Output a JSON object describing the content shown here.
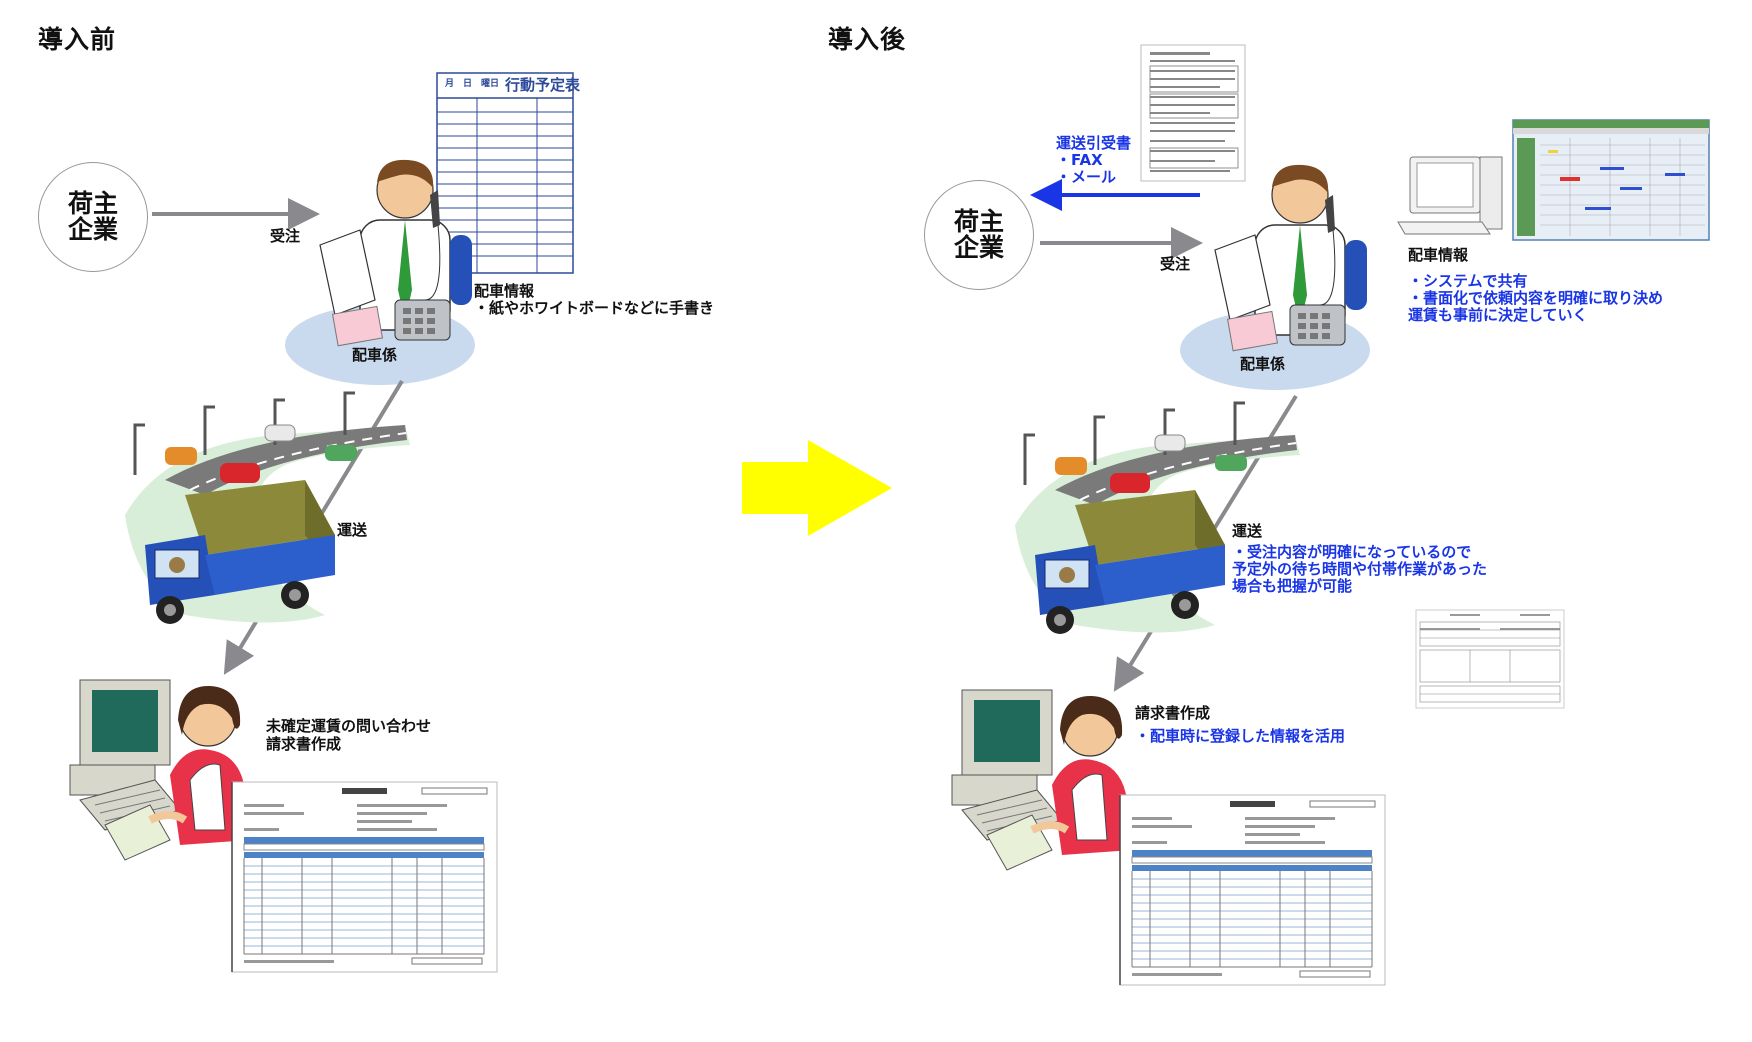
{
  "before": {
    "title": "導入前",
    "shipper": [
      "荷主",
      "企業"
    ],
    "order_label": "受注",
    "schedule_header": {
      "date": "月　日　曜日",
      "title": "行動予定表"
    },
    "dispatch_title": "配車情報",
    "dispatch_note": "・紙やホワイトボードなどに手書き",
    "dispatcher_label": "配車係",
    "transport_label": "運送",
    "billing_line1": "未確定運賃の問い合わせ",
    "billing_line2": "請求書作成"
  },
  "after": {
    "title": "導入後",
    "shipper": [
      "荷主",
      "企業"
    ],
    "order_label": "受注",
    "receipt_title": "運送引受書",
    "receipt_fax": "・FAX",
    "receipt_mail": "・メール",
    "dispatch_title": "配車情報",
    "dispatch_notes": [
      "・システムで共有",
      "・書面化で依頼内容を明確に取り決め",
      "運賃も事前に決定していく"
    ],
    "dispatcher_label": "配車係",
    "transport_label": "運送",
    "transport_notes": [
      "・受注内容が明確になっているので",
      "予定外の待ち時間や付帯作業があった",
      "場合も把握が可能"
    ],
    "billing_title": "請求書作成",
    "billing_note": "・配車時に登録した情報を活用"
  },
  "colors": {
    "arrow_gray": "#8a8a8e",
    "arrow_blue": "#1a35e6",
    "big_arrow": "#ffff00",
    "text_blue": "#1a35e6",
    "truck_blue": "#2450b8"
  }
}
